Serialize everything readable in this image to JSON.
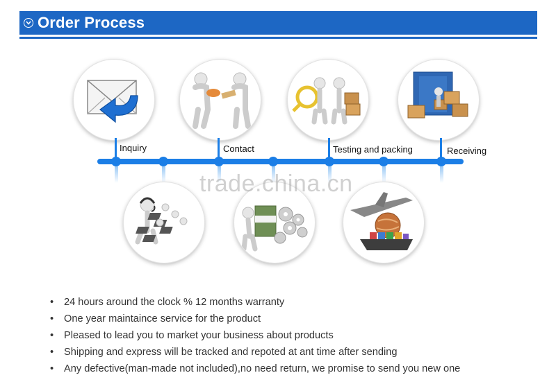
{
  "header": {
    "title": "Order Process",
    "icon": "chevron-down-circle-icon",
    "color": "#1d67c4"
  },
  "steps": [
    {
      "label": "Inquiry",
      "icon": "envelope-arrow-icon"
    },
    {
      "label": "Contact",
      "icon": "handshake-figures-icon"
    },
    {
      "label": "Testing and packing",
      "icon": "magnifier-box-figures-icon"
    },
    {
      "label": "Receiving",
      "icon": "container-boxes-icon"
    }
  ],
  "lower_images": [
    {
      "icon": "call-center-icon"
    },
    {
      "icon": "money-gears-icon"
    },
    {
      "icon": "plane-globe-ship-icon"
    }
  ],
  "watermark": "trade.china.cn",
  "timeline_color": "#1b7ee6",
  "bullets": [
    "24 hours around the clock % 12 months warranty",
    "One year maintaince service for the product",
    "Pleased to lead you to market your business about products",
    "Shipping and express will be tracked and repoted at ant time after sending",
    "Any defective(man-made not included),no need return, we promise to send you new one"
  ]
}
